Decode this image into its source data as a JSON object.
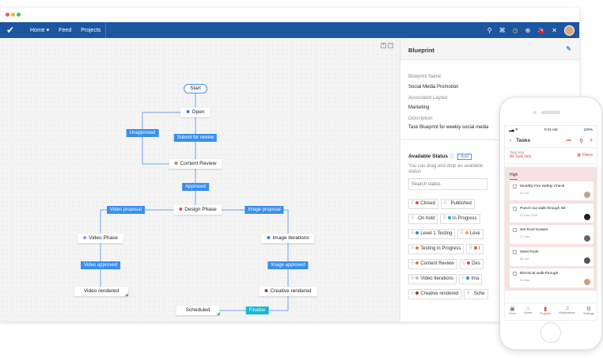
{
  "window": {
    "controls": [
      "close",
      "minimize",
      "maximize"
    ]
  },
  "nav": {
    "items": [
      "Home ▾",
      "Feed",
      "Projects"
    ],
    "notification_count": "4",
    "icons": [
      "search-icon",
      "gamepad-icon",
      "timer-icon",
      "add-circle-icon",
      "bell-icon",
      "tools-icon",
      "avatar"
    ],
    "color": "#1d56a0"
  },
  "canvas": {
    "zoom_in": "+",
    "zoom_out": "−",
    "nodes": {
      "start": "Start",
      "open": "Open",
      "content_review": "Content Review",
      "design_phase": "Design Phase",
      "video_phase": "Video Phase",
      "image_iterations": "Image iterations",
      "video_rendered": "Video rendered",
      "creative_rendered": "Creative rendered",
      "scheduled": "Scheduled"
    },
    "transitions": {
      "unapproved": "Unapproved",
      "submit": "Submit for review",
      "approved": "Approved",
      "video_proposal": "Video proposal",
      "image_proposal": "Image proposal",
      "video_approved": "Video approved",
      "image_approved": "Image approved",
      "finalise": "Finalise"
    }
  },
  "panel": {
    "title": "Blueprint",
    "name_label": "Blueprint Name:",
    "name": "Social Media Promotion",
    "layout_label": "Associated Layout:",
    "layout": "Marketing",
    "desc_label": "Description:",
    "desc": "Task Blueprint for weekly social media",
    "status_title": "Available Status",
    "add": "Add",
    "hint": "You can drag and drop an available status",
    "search_placeholder": "Search status",
    "statuses_left": [
      {
        "label": "Closed",
        "color": "#e54b4b"
      },
      {
        "label": "On hold",
        "color": ""
      },
      {
        "label": "Level 1 Testing",
        "color": "#1a9aa8"
      },
      {
        "label": "Testing in Progress",
        "color": "#b58a5a"
      },
      {
        "label": "Content Review",
        "color": "#b58a5a"
      },
      {
        "label": "Video Iterations",
        "color": "#bbbbbb"
      },
      {
        "label": "Creative rendered",
        "color": "#8b4a2a"
      }
    ],
    "statuses_right": [
      {
        "label": "Published",
        "color": ""
      },
      {
        "label": "In Progress",
        "color": "#1aa8c8"
      },
      {
        "label": "Leve",
        "color": "#f0a050"
      },
      {
        "label": "I",
        "color": "#e54b4b"
      },
      {
        "label": "Des",
        "color": "#e54b4b"
      },
      {
        "label": "Ima",
        "color": "#3a7ee8"
      },
      {
        "label": "Sche",
        "color": ""
      }
    ]
  },
  "phone": {
    "time": "9:41 AM",
    "battery": "100%",
    "title": "Tasks",
    "tasklists_label": "Task lists",
    "tasklists_value": "All Task lists",
    "filters": "Filters",
    "group": "High",
    "tasks": [
      {
        "title": "Monthly Fire Safety Check",
        "date": "21 Jul"
      },
      {
        "title": "Punch-out walk through list",
        "date": "23 Mar 2016"
      },
      {
        "title": "Set Roof trusses",
        "date": "17 Jan"
      },
      {
        "title": "Steel Rods",
        "date": "28 Jul"
      },
      {
        "title": "Electrical walk-through",
        "date": "03 Mar"
      }
    ],
    "tabs": [
      "Feed",
      "Home",
      "Projects",
      "Notifications",
      "Settings"
    ],
    "accent": "#e54b4b"
  }
}
